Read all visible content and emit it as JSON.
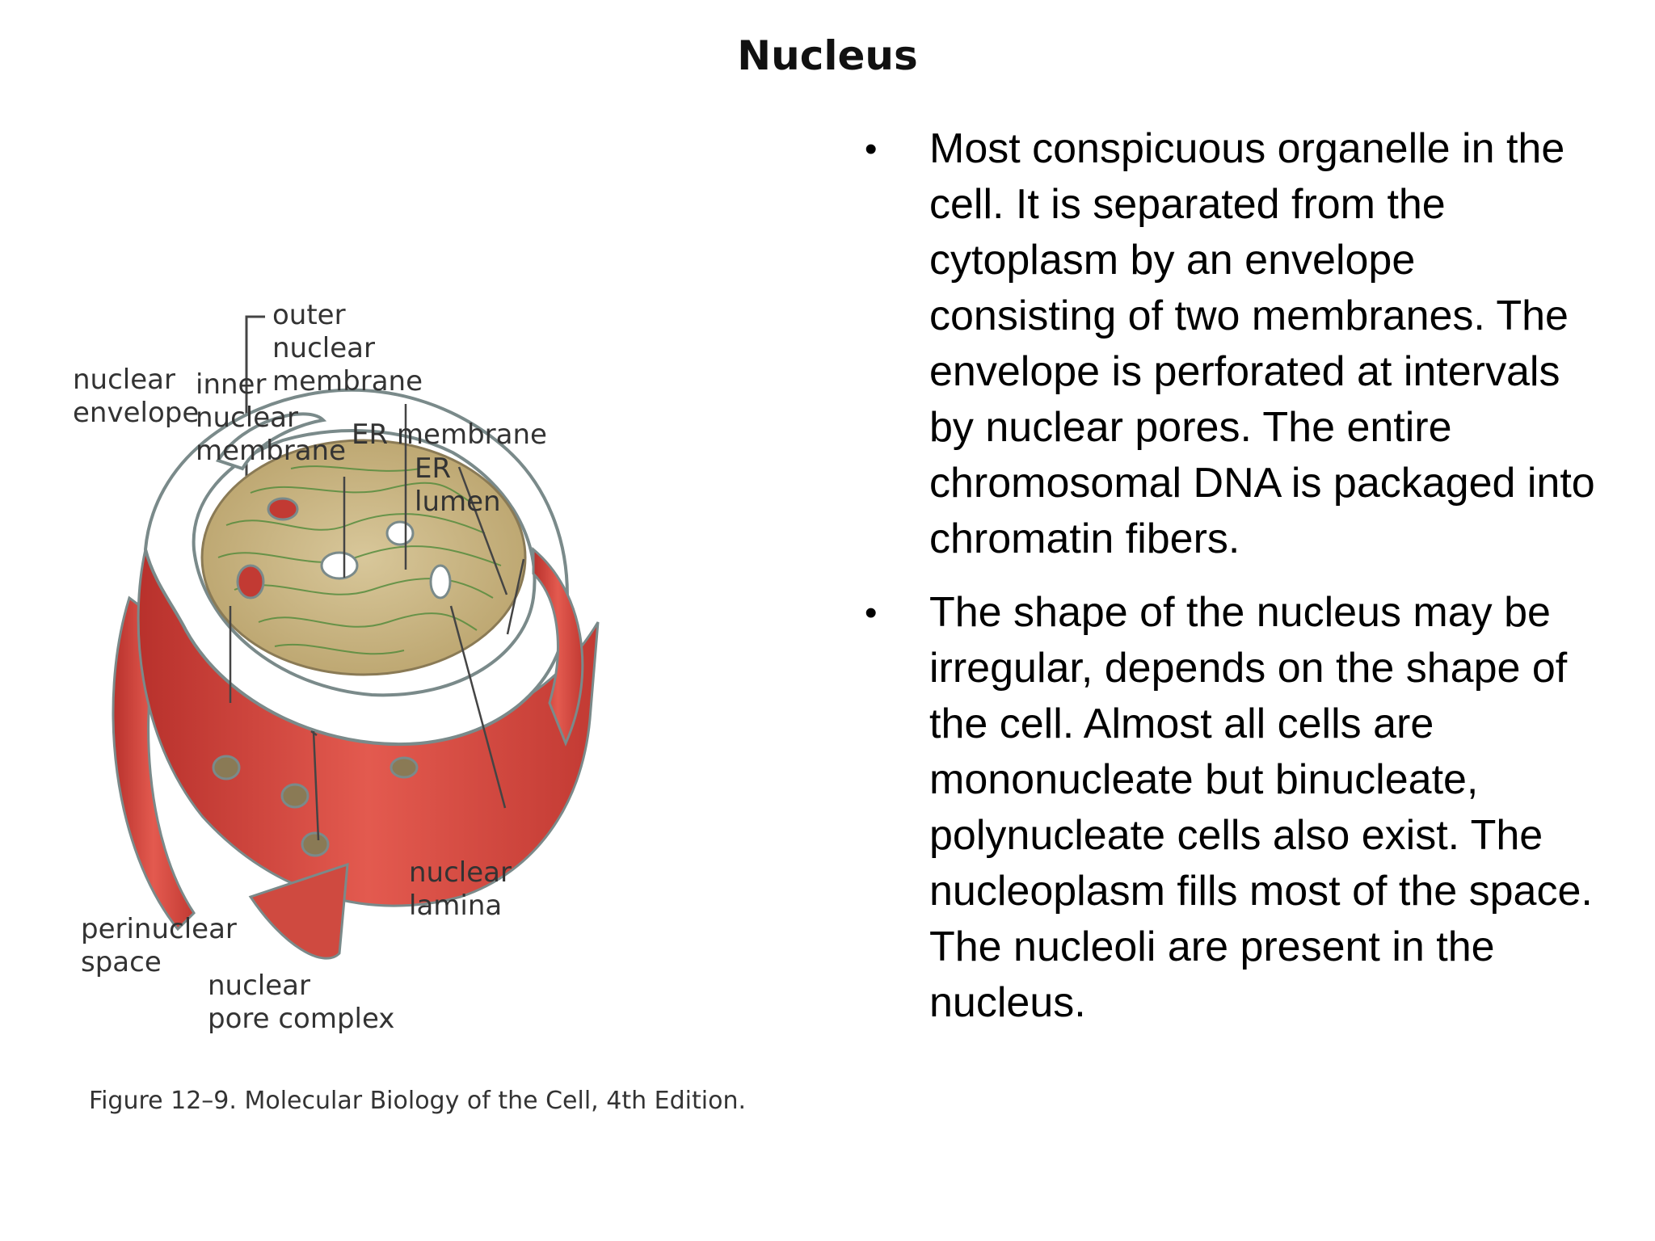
{
  "title": "Nucleus",
  "figure": {
    "labels": {
      "nuclear_envelope": "nuclear\nenvelope",
      "outer_nuclear_membrane": "outer\nnuclear\nmembrane",
      "inner_nuclear_membrane": "inner\nnuclear\nmembrane",
      "er_membrane": "ER membrane",
      "er_lumen": "ER\nlumen",
      "nuclear_lamina": "nuclear\nlamina",
      "perinuclear_space": "perinuclear\nspace",
      "nuclear_pore_complex": "nuclear\npore complex"
    },
    "caption": "Figure 12–9. Molecular Biology of the Cell, 4th Edition."
  },
  "bullets": [
    "Most conspicuous organelle in the cell. It is separated from the cytoplasm by an envelope consisting of two membranes. The envelope is perforated at intervals by nuclear pores. The entire chromosomal DNA is packaged into chromatin fibers.",
    "The shape of the nucleus may be irregular, depends on the shape of the cell. Almost all cells are mononucleate but binucleate, polynucleate cells also exist.  The nucleoplasm fills most of the space. The nucleoli are present in the nucleus."
  ],
  "bullet_symbol": "•",
  "colors": {
    "membrane_red": "#d9463f",
    "membrane_dark": "#b8312c",
    "lumen_white": "#ffffff",
    "chromatin_tan": "#cdbb8a",
    "chromatin_green": "#4f8a3a",
    "edge_gray": "#7a8a8a"
  }
}
